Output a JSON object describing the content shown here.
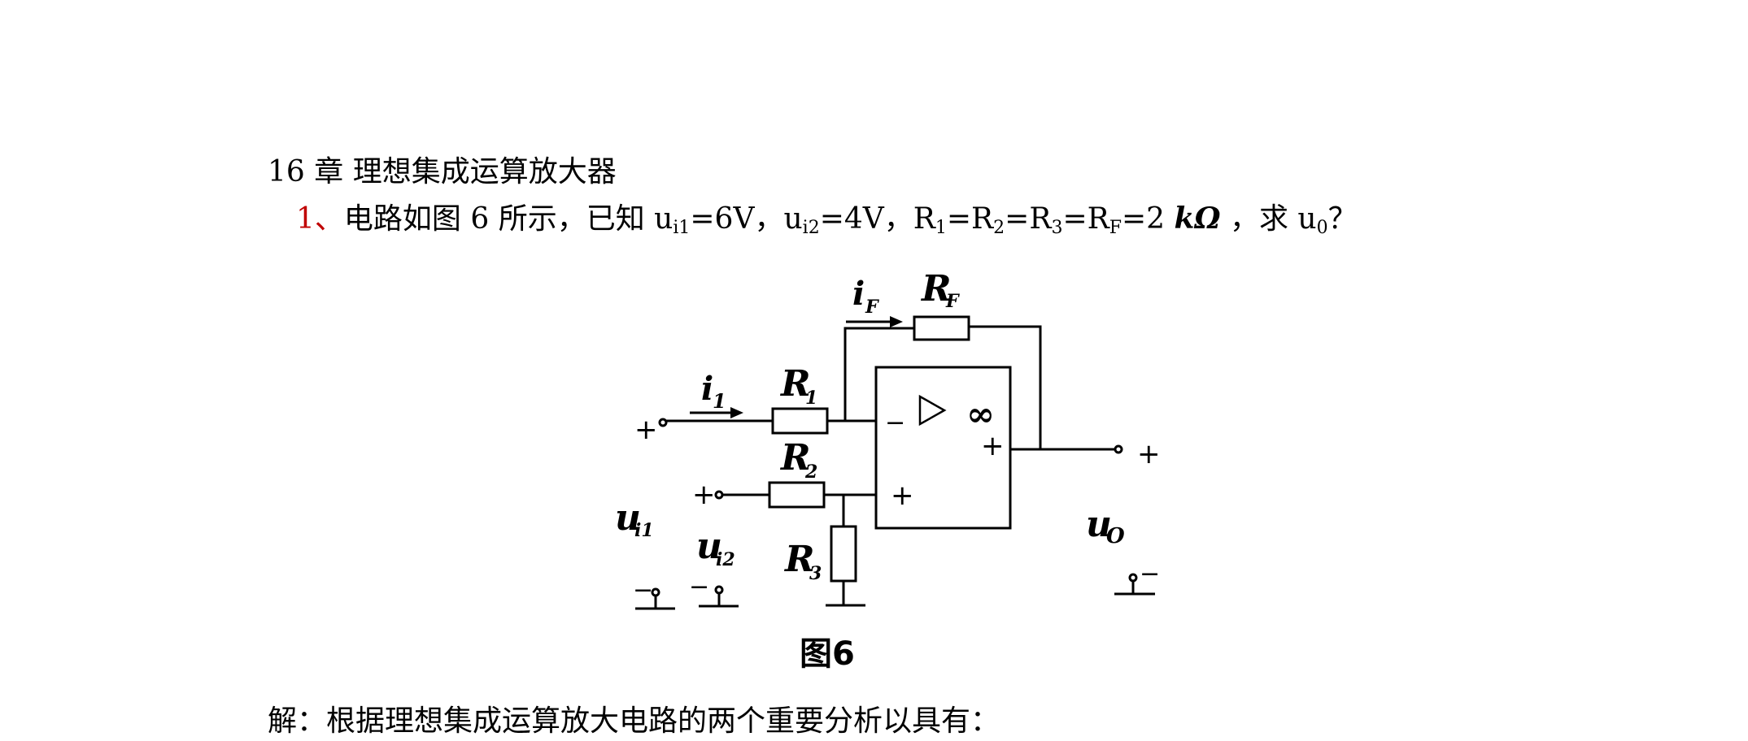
{
  "document": {
    "chapter_title": "16 章 理想集成运算放大器",
    "question": {
      "number": "1",
      "separator": "、",
      "text_before": "电路如图 6 所示，已知 u",
      "ui1_sub": "i1",
      "ui1_val": "=6V，u",
      "ui2_sub": "i2",
      "ui2_val": "=4V，R",
      "r1_sub": "1",
      "eq1": "=R",
      "r2_sub": "2",
      "eq2": "=R",
      "r3_sub": "3",
      "eq3": "=R",
      "rf_sub": "F",
      "eq4": "=2 ",
      "unit": "kΩ",
      "text_ask": " ，求 u",
      "uo_sub": "0",
      "text_end": "？"
    },
    "solution_text": "解：根据理想集成运算放大电路的两个重要分析以具有："
  },
  "figure": {
    "caption": "图6",
    "labels": {
      "iF": "i",
      "iF_sub": "F",
      "RF": "R",
      "RF_sub": "F",
      "i1": "i",
      "i1_sub": "1",
      "R1": "R",
      "R1_sub": "1",
      "R2": "R",
      "R2_sub": "2",
      "R3": "R",
      "R3_sub": "3",
      "ui1": "u",
      "ui1_sub": "i1",
      "ui2": "u",
      "ui2_sub": "i2",
      "uo": "u",
      "uo_sub": "O",
      "inf": "∞",
      "minus_in": "−",
      "plus_in": "+",
      "plus_out": "+",
      "plus_t1": "+",
      "plus_t2": "+",
      "plus_t3": "+",
      "minus_t1": "−",
      "minus_t2": "−",
      "minus_t3": "−"
    }
  }
}
